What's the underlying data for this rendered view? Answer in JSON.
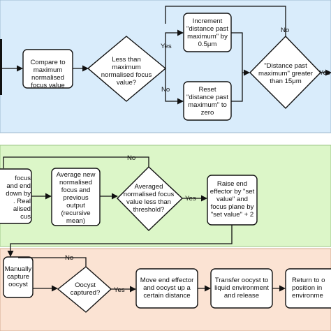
{
  "colors": {
    "panel_top": "#d9ecfb",
    "panel_mid": "#dcf6c8",
    "panel_bottom": "#fbe3d3",
    "stroke": "#111111"
  },
  "nodes": {
    "compare_max": "Compare to|maximum|normalised|focus value",
    "less_than_max": "Less than|maximum|normalised focus|value?",
    "increment_distance": "Increment|\"distance past|maximum\" by|0.5μm",
    "reset_distance": "Reset|\"distance past|maximum\" to|zero",
    "distance_greater": "\"Distance past|maximum\" greater|than 15μm",
    "partial_left_mid": "focus|and end|down by|. Real|alised|cus",
    "average_focus": "Average new|normalised|focus and|previous|output|(recursive|mean)",
    "averaged_less": "Averaged|normalised focus|value less than|threshold?",
    "raise_effector": "Raise end|effector by \"set|value\" and|focus plane by|\"set value\" + 2",
    "manual_capture": "Manually|capture|oocyst",
    "oocyst_captured": "Oocyst|captured?",
    "move_effector": "Move end effector|and oocyst up a|certain distance",
    "transfer_oocyst": "Transfer oocyst to|liquid environment|and release",
    "return_to": "Return to o|position in|environme"
  },
  "edge_labels": {
    "yes_increment": "Yes",
    "no_reset": "No",
    "no_loop_top": "No",
    "yes_exit_top": "Yes",
    "no_loop_mid": "No",
    "yes_raise": "Yes",
    "no_loop_bottom": "No",
    "yes_move": "Yes"
  }
}
